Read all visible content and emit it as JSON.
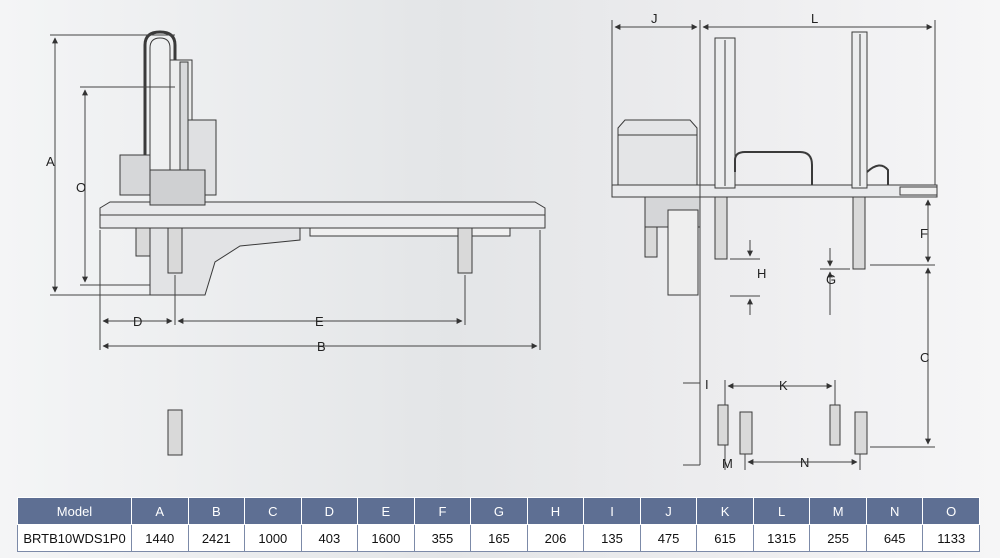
{
  "dimension_labels": {
    "A": "A",
    "O": "O",
    "D": "D",
    "E": "E",
    "B": "B",
    "J": "J",
    "L": "L",
    "F": "F",
    "H": "H",
    "G": "G",
    "C": "C",
    "I": "I",
    "K": "K",
    "M": "M",
    "N": "N"
  },
  "table": {
    "headers": [
      "Model",
      "A",
      "B",
      "C",
      "D",
      "E",
      "F",
      "G",
      "H",
      "I",
      "J",
      "K",
      "L",
      "M",
      "N",
      "O"
    ],
    "rows": [
      [
        "BRTB10WDS1P0",
        "1440",
        "2421",
        "1000",
        "403",
        "1600",
        "355",
        "165",
        "206",
        "135",
        "475",
        "615",
        "1315",
        "255",
        "645",
        "1133"
      ]
    ]
  },
  "colors": {
    "header_bg": "#5e6f93",
    "line": "#3a3a3a",
    "accent": "#2d3a5c"
  }
}
